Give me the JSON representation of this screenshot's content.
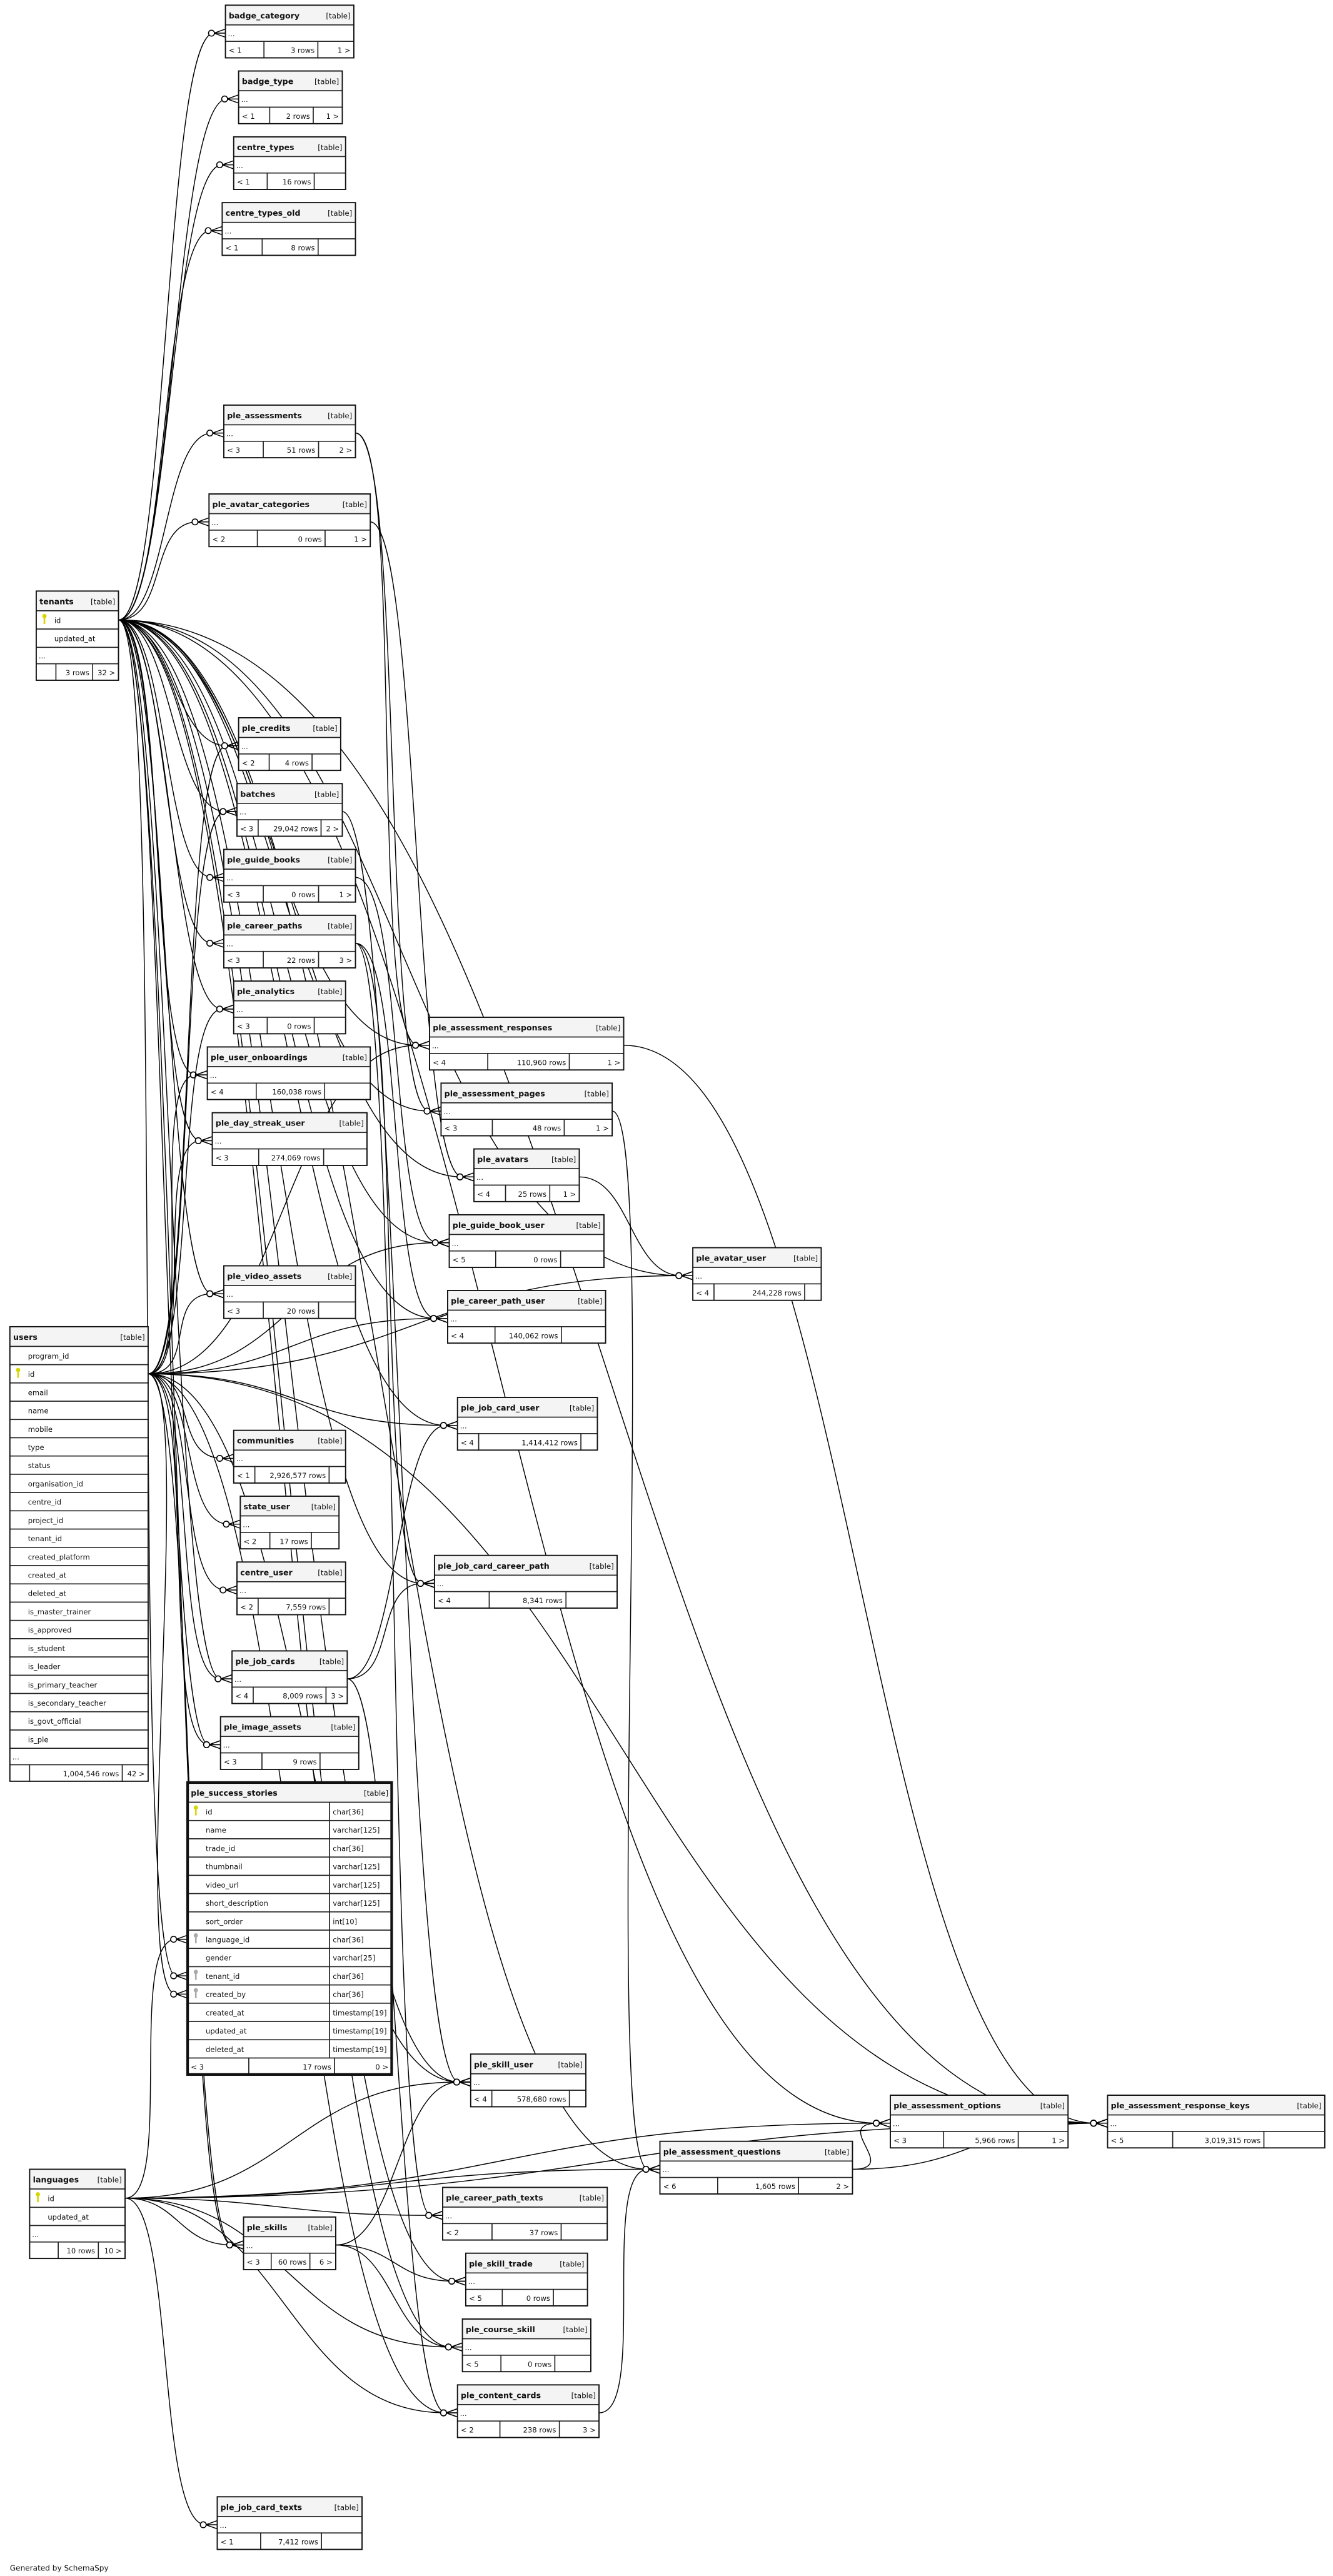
{
  "footer": "Generated by SchemaSpy",
  "table_tag": "[table]",
  "ellipsis": "...",
  "colors": {
    "primary_key": "#d6d600",
    "foreign_key": "#aaaaaa",
    "header": "#f4f4f4",
    "line": "#000000"
  },
  "tables": {
    "badge_category": {
      "name": "badge_category",
      "parents": "< 1",
      "rows": "3 rows",
      "children": "1 >"
    },
    "badge_type": {
      "name": "badge_type",
      "parents": "< 1",
      "rows": "2 rows",
      "children": "1 >"
    },
    "centre_types": {
      "name": "centre_types",
      "parents": "< 1",
      "rows": "16 rows",
      "children": ""
    },
    "centre_types_old": {
      "name": "centre_types_old",
      "parents": "< 1",
      "rows": "8 rows",
      "children": ""
    },
    "ple_assessments": {
      "name": "ple_assessments",
      "parents": "< 3",
      "rows": "51 rows",
      "children": "2 >"
    },
    "ple_avatar_categories": {
      "name": "ple_avatar_categories",
      "parents": "< 2",
      "rows": "0 rows",
      "children": "1 >"
    },
    "tenants": {
      "name": "tenants",
      "parents": "",
      "rows": "3 rows",
      "children": "32 >",
      "columns": [
        {
          "name": "id",
          "key": "pk"
        },
        {
          "name": "updated_at",
          "key": ""
        }
      ]
    },
    "ple_credits": {
      "name": "ple_credits",
      "parents": "< 2",
      "rows": "4 rows",
      "children": ""
    },
    "batches": {
      "name": "batches",
      "parents": "< 3",
      "rows": "29,042 rows",
      "children": "2 >"
    },
    "ple_guide_books": {
      "name": "ple_guide_books",
      "parents": "< 3",
      "rows": "0 rows",
      "children": "1 >"
    },
    "ple_career_paths": {
      "name": "ple_career_paths",
      "parents": "< 3",
      "rows": "22 rows",
      "children": "3 >"
    },
    "ple_analytics": {
      "name": "ple_analytics",
      "parents": "< 3",
      "rows": "0 rows",
      "children": ""
    },
    "ple_user_onboardings": {
      "name": "ple_user_onboardings",
      "parents": "< 4",
      "rows": "160,038 rows",
      "children": ""
    },
    "ple_day_streak_user": {
      "name": "ple_day_streak_user",
      "parents": "< 3",
      "rows": "274,069 rows",
      "children": ""
    },
    "ple_video_assets": {
      "name": "ple_video_assets",
      "parents": "< 3",
      "rows": "20 rows",
      "children": ""
    },
    "users": {
      "name": "users",
      "parents": "",
      "rows": "1,004,546 rows",
      "children": "42 >",
      "columns": [
        {
          "name": "program_id",
          "key": ""
        },
        {
          "name": "id",
          "key": "pk"
        },
        {
          "name": "email",
          "key": ""
        },
        {
          "name": "name",
          "key": ""
        },
        {
          "name": "mobile",
          "key": ""
        },
        {
          "name": "type",
          "key": ""
        },
        {
          "name": "status",
          "key": ""
        },
        {
          "name": "organisation_id",
          "key": ""
        },
        {
          "name": "centre_id",
          "key": ""
        },
        {
          "name": "project_id",
          "key": ""
        },
        {
          "name": "tenant_id",
          "key": ""
        },
        {
          "name": "created_platform",
          "key": ""
        },
        {
          "name": "created_at",
          "key": ""
        },
        {
          "name": "deleted_at",
          "key": ""
        },
        {
          "name": "is_master_trainer",
          "key": ""
        },
        {
          "name": "is_approved",
          "key": ""
        },
        {
          "name": "is_student",
          "key": ""
        },
        {
          "name": "is_leader",
          "key": ""
        },
        {
          "name": "is_primary_teacher",
          "key": ""
        },
        {
          "name": "is_secondary_teacher",
          "key": ""
        },
        {
          "name": "is_govt_official",
          "key": ""
        },
        {
          "name": "is_ple",
          "key": ""
        }
      ]
    },
    "communities": {
      "name": "communities",
      "parents": "< 1",
      "rows": "2,926,577 rows",
      "children": ""
    },
    "state_user": {
      "name": "state_user",
      "parents": "< 2",
      "rows": "17 rows",
      "children": ""
    },
    "centre_user": {
      "name": "centre_user",
      "parents": "< 2",
      "rows": "7,559 rows",
      "children": ""
    },
    "ple_job_cards": {
      "name": "ple_job_cards",
      "parents": "< 4",
      "rows": "8,009 rows",
      "children": "3 >"
    },
    "ple_image_assets": {
      "name": "ple_image_assets",
      "parents": "< 3",
      "rows": "9 rows",
      "children": ""
    },
    "ple_success_stories": {
      "name": "ple_success_stories",
      "parents": "< 3",
      "rows": "17 rows",
      "children": "0 >",
      "columns": [
        {
          "name": "id",
          "type": "char[36]",
          "key": "pk"
        },
        {
          "name": "name",
          "type": "varchar[125]",
          "key": ""
        },
        {
          "name": "trade_id",
          "type": "char[36]",
          "key": ""
        },
        {
          "name": "thumbnail",
          "type": "varchar[125]",
          "key": ""
        },
        {
          "name": "video_url",
          "type": "varchar[125]",
          "key": ""
        },
        {
          "name": "short_description",
          "type": "varchar[125]",
          "key": ""
        },
        {
          "name": "sort_order",
          "type": "int[10]",
          "key": ""
        },
        {
          "name": "language_id",
          "type": "char[36]",
          "key": "fk"
        },
        {
          "name": "gender",
          "type": "varchar[25]",
          "key": ""
        },
        {
          "name": "tenant_id",
          "type": "char[36]",
          "key": "fk"
        },
        {
          "name": "created_by",
          "type": "char[36]",
          "key": "fk"
        },
        {
          "name": "created_at",
          "type": "timestamp[19]",
          "key": ""
        },
        {
          "name": "updated_at",
          "type": "timestamp[19]",
          "key": ""
        },
        {
          "name": "deleted_at",
          "type": "timestamp[19]",
          "key": ""
        }
      ]
    },
    "ple_assessment_responses": {
      "name": "ple_assessment_responses",
      "parents": "< 4",
      "rows": "110,960 rows",
      "children": "1 >"
    },
    "ple_assessment_pages": {
      "name": "ple_assessment_pages",
      "parents": "< 3",
      "rows": "48 rows",
      "children": "1 >"
    },
    "ple_avatars": {
      "name": "ple_avatars",
      "parents": "< 4",
      "rows": "25 rows",
      "children": "1 >"
    },
    "ple_guide_book_user": {
      "name": "ple_guide_book_user",
      "parents": "< 5",
      "rows": "0 rows",
      "children": ""
    },
    "ple_career_path_user": {
      "name": "ple_career_path_user",
      "parents": "< 4",
      "rows": "140,062 rows",
      "children": ""
    },
    "ple_avatar_user": {
      "name": "ple_avatar_user",
      "parents": "< 4",
      "rows": "244,228 rows",
      "children": ""
    },
    "ple_job_card_user": {
      "name": "ple_job_card_user",
      "parents": "< 4",
      "rows": "1,414,412 rows",
      "children": ""
    },
    "ple_job_card_career_path": {
      "name": "ple_job_card_career_path",
      "parents": "< 4",
      "rows": "8,341 rows",
      "children": ""
    },
    "ple_skill_user": {
      "name": "ple_skill_user",
      "parents": "< 4",
      "rows": "578,680 rows",
      "children": ""
    },
    "ple_assessment_questions": {
      "name": "ple_assessment_questions",
      "parents": "< 6",
      "rows": "1,605 rows",
      "children": "2 >"
    },
    "ple_assessment_options": {
      "name": "ple_assessment_options",
      "parents": "< 3",
      "rows": "5,966 rows",
      "children": "1 >"
    },
    "ple_assessment_response_keys": {
      "name": "ple_assessment_response_keys",
      "parents": "< 5",
      "rows": "3,019,315 rows",
      "children": ""
    },
    "languages": {
      "name": "languages",
      "parents": "",
      "rows": "10 rows",
      "children": "10 >",
      "columns": [
        {
          "name": "id",
          "key": "pk"
        },
        {
          "name": "updated_at",
          "key": ""
        }
      ]
    },
    "ple_career_path_texts": {
      "name": "ple_career_path_texts",
      "parents": "< 2",
      "rows": "37 rows",
      "children": ""
    },
    "ple_skills": {
      "name": "ple_skills",
      "parents": "< 3",
      "rows": "60 rows",
      "children": "6 >"
    },
    "ple_skill_trade": {
      "name": "ple_skill_trade",
      "parents": "< 5",
      "rows": "0 rows",
      "children": ""
    },
    "ple_course_skill": {
      "name": "ple_course_skill",
      "parents": "< 5",
      "rows": "0 rows",
      "children": ""
    },
    "ple_content_cards": {
      "name": "ple_content_cards",
      "parents": "< 2",
      "rows": "238 rows",
      "children": "3 >"
    },
    "ple_job_card_texts": {
      "name": "ple_job_card_texts",
      "parents": "< 1",
      "rows": "7,412 rows",
      "children": ""
    }
  },
  "relations": [
    [
      "tenants",
      "badge_category"
    ],
    [
      "tenants",
      "badge_type"
    ],
    [
      "tenants",
      "centre_types"
    ],
    [
      "tenants",
      "centre_types_old"
    ],
    [
      "tenants",
      "ple_assessments"
    ],
    [
      "tenants",
      "ple_avatar_categories"
    ],
    [
      "tenants",
      "ple_credits"
    ],
    [
      "tenants",
      "batches"
    ],
    [
      "tenants",
      "ple_guide_books"
    ],
    [
      "tenants",
      "ple_career_paths"
    ],
    [
      "tenants",
      "ple_analytics"
    ],
    [
      "tenants",
      "ple_user_onboardings"
    ],
    [
      "tenants",
      "ple_day_streak_user"
    ],
    [
      "tenants",
      "ple_video_assets"
    ],
    [
      "tenants",
      "ple_job_cards"
    ],
    [
      "tenants",
      "ple_image_assets"
    ],
    [
      "tenants",
      "ple_success_stories"
    ],
    [
      "tenants",
      "ple_assessment_responses"
    ],
    [
      "tenants",
      "ple_assessment_pages"
    ],
    [
      "tenants",
      "ple_avatars"
    ],
    [
      "tenants",
      "ple_guide_book_user"
    ],
    [
      "tenants",
      "ple_career_path_user"
    ],
    [
      "tenants",
      "ple_avatar_user"
    ],
    [
      "tenants",
      "ple_job_card_user"
    ],
    [
      "tenants",
      "ple_job_card_career_path"
    ],
    [
      "tenants",
      "ple_skill_user"
    ],
    [
      "tenants",
      "ple_assessment_questions"
    ],
    [
      "tenants",
      "ple_assessment_options"
    ],
    [
      "tenants",
      "ple_assessment_response_keys"
    ],
    [
      "tenants",
      "ple_skills"
    ],
    [
      "tenants",
      "ple_skill_trade"
    ],
    [
      "tenants",
      "ple_course_skill"
    ],
    [
      "users",
      "ple_user_onboardings"
    ],
    [
      "users",
      "ple_day_streak_user"
    ],
    [
      "users",
      "ple_video_assets"
    ],
    [
      "users",
      "communities"
    ],
    [
      "users",
      "state_user"
    ],
    [
      "users",
      "centre_user"
    ],
    [
      "users",
      "ple_job_cards"
    ],
    [
      "users",
      "ple_image_assets"
    ],
    [
      "users",
      "ple_success_stories"
    ],
    [
      "users",
      "ple_assessment_responses"
    ],
    [
      "users",
      "ple_avatar_user"
    ],
    [
      "users",
      "ple_guide_book_user"
    ],
    [
      "users",
      "ple_career_path_user"
    ],
    [
      "users",
      "ple_job_card_user"
    ],
    [
      "users",
      "ple_skill_user"
    ],
    [
      "users",
      "ple_assessment_response_keys"
    ],
    [
      "users",
      "ple_skills"
    ],
    [
      "users",
      "ple_credits"
    ],
    [
      "users",
      "batches"
    ],
    [
      "users",
      "ple_analytics"
    ],
    [
      "users",
      "ple_content_cards"
    ],
    [
      "languages",
      "ple_success_stories"
    ],
    [
      "languages",
      "ple_skills"
    ],
    [
      "languages",
      "ple_career_path_texts"
    ],
    [
      "languages",
      "ple_assessment_questions"
    ],
    [
      "languages",
      "ple_assessment_options"
    ],
    [
      "languages",
      "ple_content_cards"
    ],
    [
      "languages",
      "ple_job_card_texts"
    ],
    [
      "languages",
      "ple_skill_user"
    ],
    [
      "languages",
      "ple_assessment_response_keys"
    ],
    [
      "languages",
      "ple_course_skill"
    ],
    [
      "ple_assessments",
      "ple_assessment_pages"
    ],
    [
      "ple_assessments",
      "ple_assessment_responses"
    ],
    [
      "ple_avatar_categories",
      "ple_avatars"
    ],
    [
      "ple_guide_books",
      "ple_guide_book_user"
    ],
    [
      "ple_career_paths",
      "ple_career_path_user"
    ],
    [
      "ple_career_paths",
      "ple_job_card_career_path"
    ],
    [
      "ple_career_paths",
      "ple_career_path_texts"
    ],
    [
      "ple_job_cards",
      "ple_job_card_user"
    ],
    [
      "ple_job_cards",
      "ple_job_card_career_path"
    ],
    [
      "ple_job_cards",
      "ple_content_cards"
    ],
    [
      "ple_avatars",
      "ple_avatar_user"
    ],
    [
      "ple_assessment_pages",
      "ple_assessment_questions"
    ],
    [
      "ple_assessment_responses",
      "ple_assessment_response_keys"
    ],
    [
      "ple_assessment_questions",
      "ple_assessment_options"
    ],
    [
      "ple_assessment_questions",
      "ple_assessment_response_keys"
    ],
    [
      "ple_assessment_options",
      "ple_assessment_response_keys"
    ],
    [
      "ple_skills",
      "ple_skill_user"
    ],
    [
      "ple_skills",
      "ple_skill_trade"
    ],
    [
      "ple_skills",
      "ple_course_skill"
    ],
    [
      "batches",
      "ple_skill_user"
    ],
    [
      "ple_content_cards",
      "ple_assessment_questions"
    ]
  ]
}
